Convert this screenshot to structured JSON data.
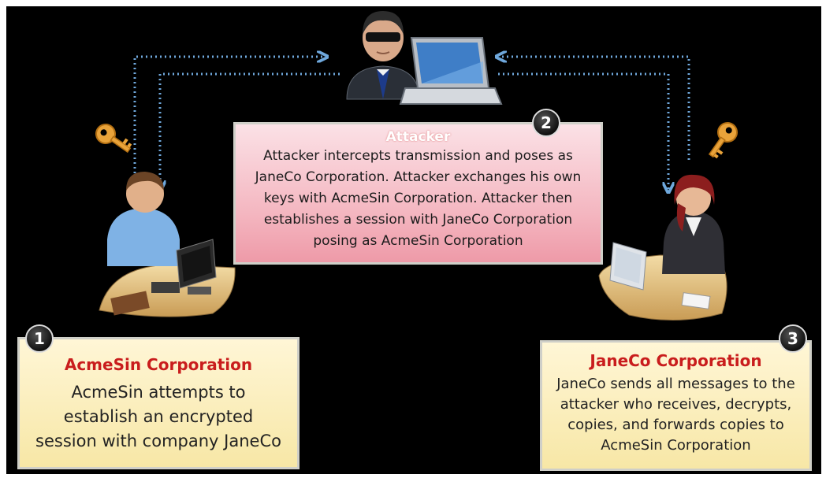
{
  "attacker": {
    "badge": "2",
    "title": "Attacker",
    "text": "Attacker intercepts transmission and poses as JaneCo Corporation. Attacker exchanges his own keys with AcmeSin Corporation. Attacker then establishes a session with JaneCo Corporation posing as AcmeSin Corporation"
  },
  "acmesin": {
    "badge": "1",
    "title": "AcmeSin Corporation",
    "text": "AcmeSin attempts to establish an encrypted session with company JaneCo"
  },
  "janeco": {
    "badge": "3",
    "title": "JaneCo Corporation",
    "text": "JaneCo sends all messages to the attacker who receives, decrypts, copies, and forwards copies to AcmeSin Corporation"
  },
  "colors": {
    "background": "#000000",
    "attacker_box": "#f4b6c0",
    "note_box": "#f7e7a6",
    "title_red": "#c91d1d",
    "arrow": "#6fa8dc",
    "key": "#e9a33a"
  },
  "icons": [
    "attacker-icon",
    "laptop-icon",
    "key-icon",
    "businessman-icon",
    "businesswoman-icon",
    "desktop-computer-icon"
  ]
}
